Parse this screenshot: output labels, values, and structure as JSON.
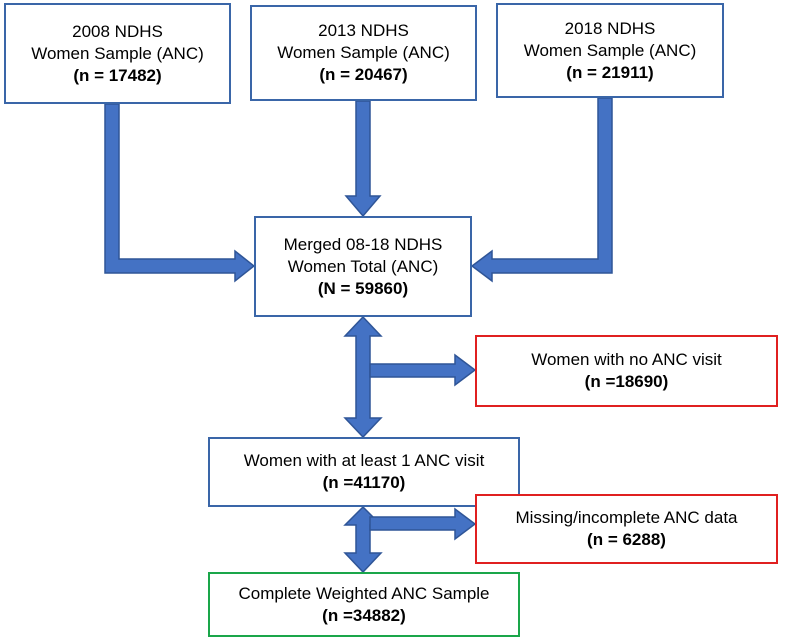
{
  "flowchart": {
    "sources": [
      {
        "line1": "2008 NDHS",
        "line2": "Women Sample (ANC)",
        "count": "(n = 17482)"
      },
      {
        "line1": "2013 NDHS",
        "line2": "Women Sample (ANC)",
        "count": "(n = 20467)"
      },
      {
        "line1": "2018 NDHS",
        "line2": "Women Sample (ANC)",
        "count": "(n = 21911)"
      }
    ],
    "merged": {
      "line1": "Merged 08-18 NDHS",
      "line2": "Women Total (ANC)",
      "count": "(N = 59860)"
    },
    "excluded_no_anc": {
      "label": "Women with no ANC visit",
      "count": "(n =18690)"
    },
    "at_least_one": {
      "label": "Women with at least 1 ANC visit",
      "count": "(n =41170)"
    },
    "excluded_missing": {
      "label": "Missing/incomplete ANC data",
      "count": "(n = 6288)"
    },
    "final": {
      "label": "Complete Weighted ANC Sample",
      "count": "(n =34882)"
    }
  },
  "colors": {
    "arrow": "#4472c4",
    "arrow_edge": "#2f5597",
    "box_border_default": "#3a66a8",
    "box_border_excluded": "#e02020",
    "box_border_final": "#1aa64a"
  }
}
